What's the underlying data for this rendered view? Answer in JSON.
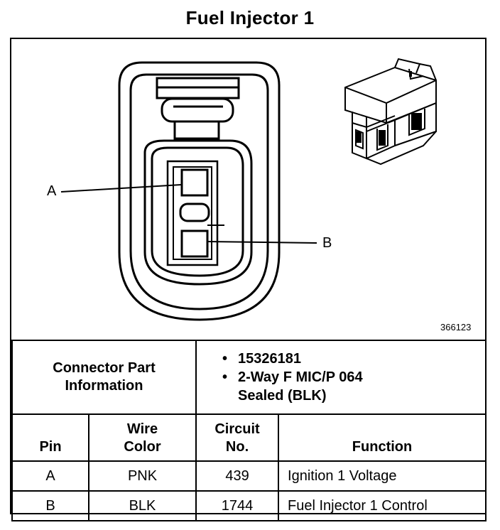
{
  "title": "Fuel Injector 1",
  "diagram": {
    "label_a": "A",
    "label_b": "B",
    "figure_number": "366123"
  },
  "connector": {
    "label": "Connector Part Information",
    "items": [
      "15326181",
      "2-Way F MIC/P 064 Sealed (BLK)"
    ],
    "item2_line1": "2-Way F MIC/P 064",
    "item2_line2": "Sealed (BLK)"
  },
  "table": {
    "headers": {
      "pin": "Pin",
      "wire_color_1": "Wire",
      "wire_color_2": "Color",
      "circuit_1": "Circuit",
      "circuit_2": "No.",
      "function": "Function"
    },
    "rows": [
      {
        "pin": "A",
        "wire_color": "PNK",
        "circuit": "439",
        "function": "Ignition 1 Voltage"
      },
      {
        "pin": "B",
        "wire_color": "BLK",
        "circuit": "1744",
        "function": "Fuel Injector 1 Control"
      }
    ]
  }
}
